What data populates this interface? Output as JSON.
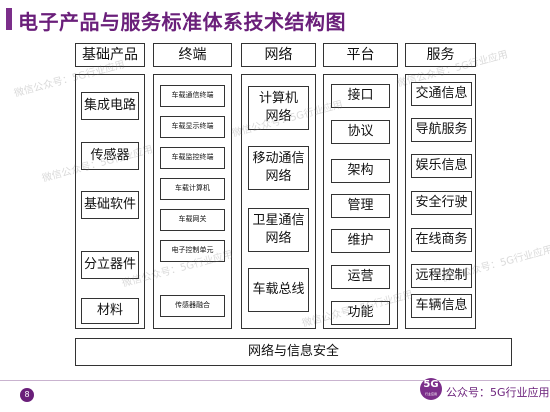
{
  "title": "电子产品与服务标准体系技术结构图",
  "columns": [
    {
      "header": "基础产品",
      "items": [
        "集成电路",
        "传感器",
        "基础软件",
        "分立器件",
        "材料"
      ]
    },
    {
      "header": "终端",
      "items": [
        "车载通信终端",
        "车载显示终端",
        "车载监控终端",
        "车载计算机",
        "车载网关",
        "电子控制单元",
        "传感器融合"
      ]
    },
    {
      "header": "网络",
      "items": [
        "计算机网络",
        "移动通信网络",
        "卫星通信网络",
        "车载总线"
      ]
    },
    {
      "header": "平台",
      "items": [
        "接口",
        "协议",
        "架构",
        "管理",
        "维护",
        "运营",
        "功能"
      ]
    },
    {
      "header": "服务",
      "items": [
        "交通信息",
        "导航服务",
        "娱乐信息",
        "安全行驶",
        "在线商务",
        "远程控制",
        "车辆信息"
      ]
    }
  ],
  "base_layer": "网络与信息安全",
  "footer": {
    "page_number": "8",
    "logo_text": "5G",
    "logo_subtext": "行业应用",
    "account": "公众号：5G行业应用"
  },
  "watermark": "微信公众号：5G行业应用"
}
